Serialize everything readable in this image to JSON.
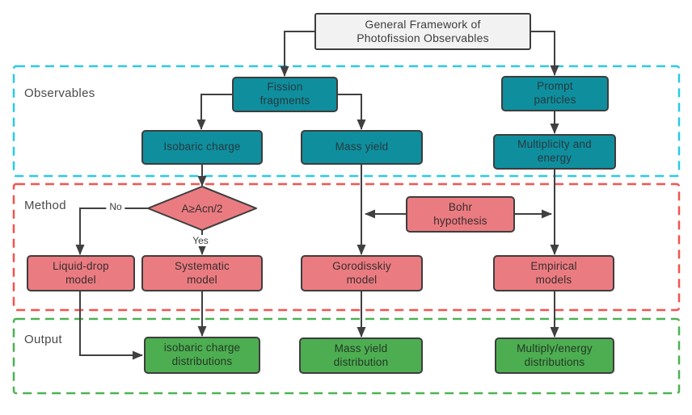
{
  "diagram_title": "General Framework of\nPhotofission Observables",
  "sections": {
    "observables": {
      "label": "Observables",
      "border_color": "#2bc9e8"
    },
    "method": {
      "label": "Method",
      "border_color": "#f2544f"
    },
    "output": {
      "label": "Output",
      "border_color": "#4cb253"
    }
  },
  "nodes": {
    "fission_fragments": {
      "label": "Fission\nfragments"
    },
    "prompt_particles": {
      "label": "Prompt\nparticles"
    },
    "isobaric_charge": {
      "label": "Isobaric charge"
    },
    "mass_yield": {
      "label": "Mass yield"
    },
    "multiplicity_energy": {
      "label": "Multiplicity and\nenergy"
    },
    "decision": {
      "label": "A≥Acn/2"
    },
    "bohr_hypothesis": {
      "label": "Bohr\nhypothesis"
    },
    "liquid_drop_model": {
      "label": "Liquid-drop\nmodel"
    },
    "systematic_model": {
      "label": "Systematic\nmodel"
    },
    "gorodisskiy_model": {
      "label": "Gorodisskiy\nmodel"
    },
    "empirical_models": {
      "label": "Empirical\nmodels"
    },
    "isobaric_charge_distributions": {
      "label": "isobaric charge\ndistributions"
    },
    "mass_yield_distribution": {
      "label": "Mass yield\ndistribution"
    },
    "multiply_energy_distributions": {
      "label": "Multiply/energy\ndistributions"
    }
  },
  "edge_labels": {
    "no": "No",
    "yes": "Yes"
  },
  "colors": {
    "teal_box": "#0f8e9e",
    "pink_box": "#ea7c81",
    "green_box": "#4dae51",
    "title_box_bg": "#f2f2f2",
    "box_border": "#3d3d3d",
    "connector_line": "#404040",
    "observables_dash": "#2bc9e8",
    "method_dash": "#f2544f",
    "output_dash": "#4cb253"
  }
}
